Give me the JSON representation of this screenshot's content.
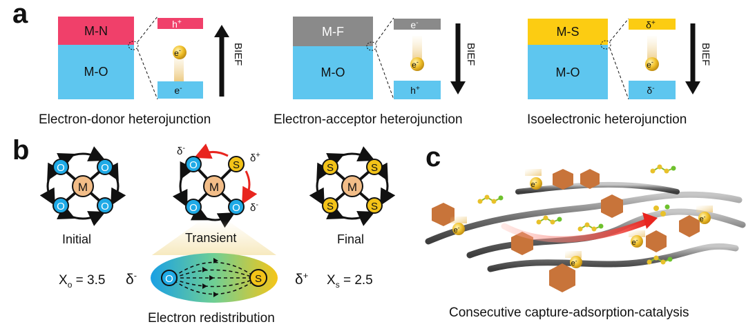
{
  "panels": {
    "a": "a",
    "b": "b",
    "c": "c"
  },
  "panel_a": {
    "left": {
      "top": "M-N",
      "bottom": "M-O",
      "carrier_top": "h",
      "carrier_top_sup": "+",
      "moving": "e",
      "moving_sup": "-",
      "carrier_bottom": "e",
      "carrier_bottom_sup": "-",
      "field": "BIEF",
      "caption": "Electron-donor heterojunction"
    },
    "middle": {
      "top": "M-F",
      "bottom": "M-O",
      "carrier_top": "e",
      "carrier_top_sup": "-",
      "moving": "e",
      "moving_sup": "-",
      "carrier_bottom": "h",
      "carrier_bottom_sup": "+",
      "field": "BIEF",
      "caption": "Electron-acceptor heterojunction"
    },
    "right": {
      "top": "M-S",
      "bottom": "M-O",
      "carrier_top": "δ",
      "carrier_top_sup": "+",
      "moving": "e",
      "moving_sup": "-",
      "carrier_bottom": "δ",
      "carrier_bottom_sup": "-",
      "field": "BIEF",
      "caption": "Isoelectronic  heterojunction"
    }
  },
  "panel_b": {
    "initial": {
      "center": "M",
      "corner": "O",
      "caption": "Initial"
    },
    "transient": {
      "center": "M",
      "o": "O",
      "s": "S",
      "delta_minus": "δ",
      "delta_minus_sup": "-",
      "delta_plus": "δ",
      "delta_plus_sup": "+",
      "caption": "Transient"
    },
    "final": {
      "center": "M",
      "corner": "S",
      "caption": "Final"
    },
    "xo": {
      "main": "X",
      "sub": "o",
      "value": " = 3.5"
    },
    "xs": {
      "main": "X",
      "sub": "s",
      "value": " = 2.5"
    },
    "delta_left": "δ",
    "delta_left_sup": "-",
    "delta_right": "δ",
    "delta_right_sup": "+",
    "cone_o": "O",
    "cone_s": "S",
    "caption": "Electron redistribution"
  },
  "panel_c": {
    "electron": "e",
    "electron_sup": "-",
    "caption": "Consecutive capture-adsorption-catalysis"
  },
  "colors": {
    "mn": "#f0406a",
    "mo": "#5ec6ef",
    "mf": "#8a8a8a",
    "ms": "#fccc12",
    "oxygen": "#1faae6",
    "sulfur": "#f3c318",
    "metal": "#f2bd88",
    "hexagon": "#c8743a",
    "arrow_red": "#e8251f",
    "fiber": "#7a7a7a"
  }
}
